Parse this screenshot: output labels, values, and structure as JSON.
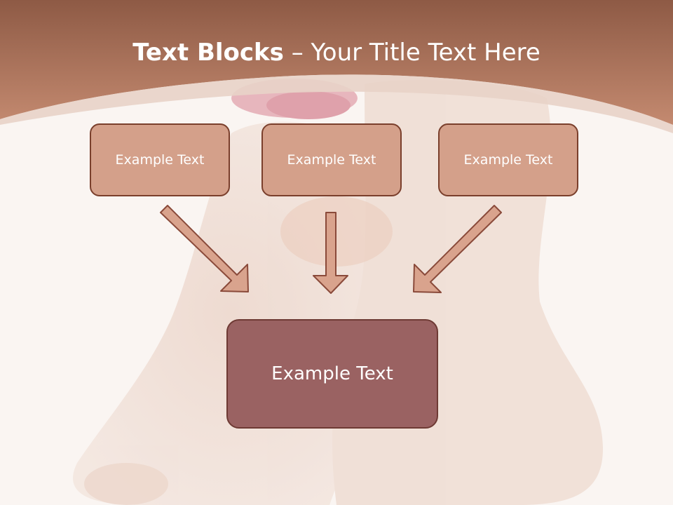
{
  "slide": {
    "title_bold": "Text Blocks",
    "title_separator": " – ",
    "title_rest": "Your Title Text Here"
  },
  "blocks": [
    {
      "label": "Example Text"
    },
    {
      "label": "Example Text"
    },
    {
      "label": "Example Text"
    }
  ],
  "main_block": {
    "label": "Example Text"
  },
  "colors": {
    "header": "#b5735a",
    "box_fill": "#d4a08a",
    "box_border": "#7a3f2c",
    "main_fill": "#9a6262",
    "arrow_fill": "#d9a38d",
    "arrow_stroke": "#8a4a3a",
    "background": "#faf5f2"
  }
}
